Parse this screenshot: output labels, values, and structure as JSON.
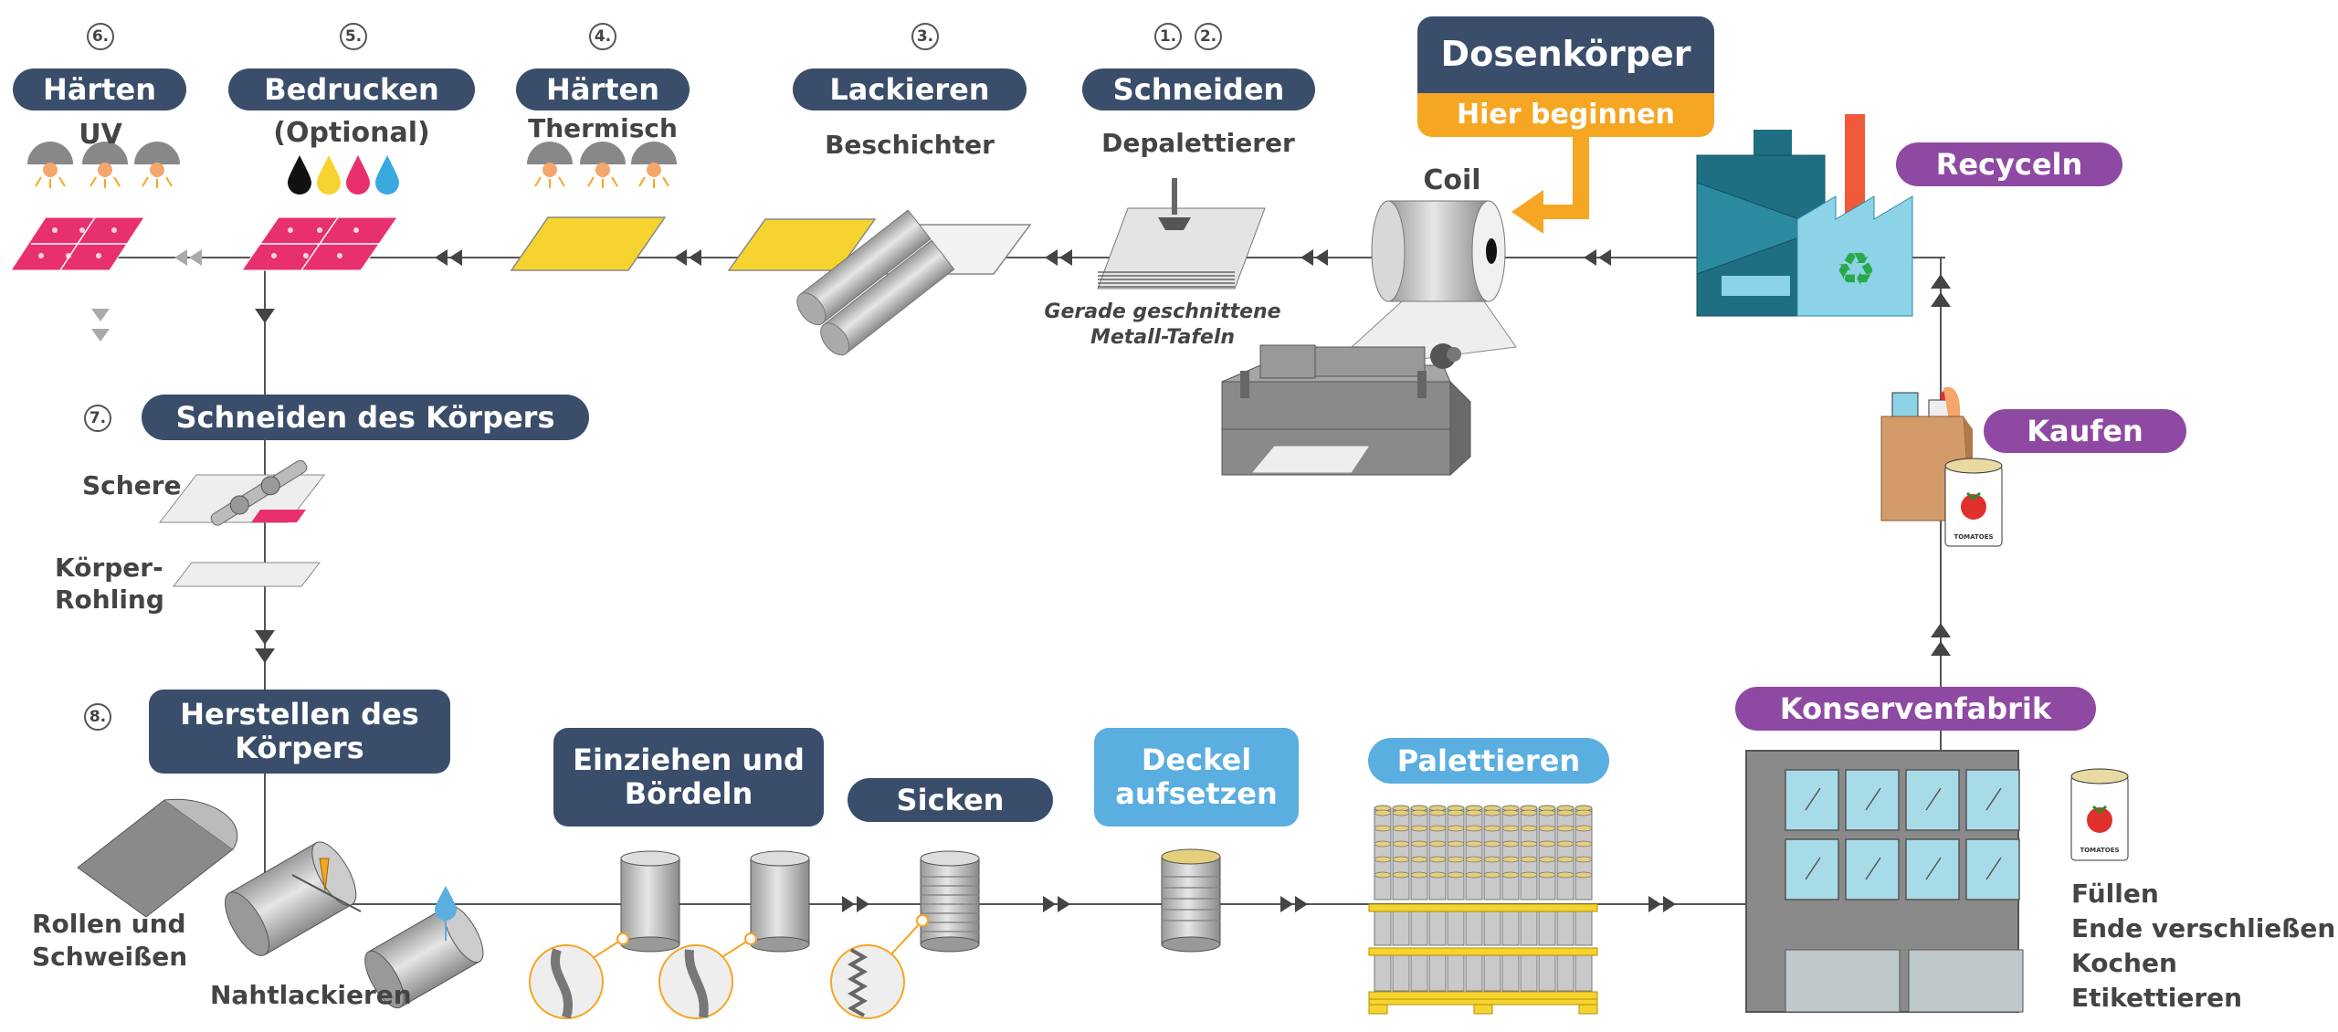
{
  "steps": {
    "s6_num": "6.",
    "s6_title": "Härten",
    "s6_sub": "UV",
    "s5_num": "5.",
    "s5_title": "Bedrucken",
    "s5_sub": "(Optional)",
    "s4_num": "4.",
    "s4_title": "Härten",
    "s4_sub": "Thermisch",
    "s3_num": "3.",
    "s3_title": "Lackieren",
    "s3_sub": "Beschichter",
    "s1_num": "1.",
    "s2_num": "2.",
    "s12_title": "Schneiden",
    "s12_sub": "Depalettierer",
    "s12_note": "Gerade geschnittene Metall-Tafeln",
    "s7_num": "7.",
    "s7_title": "Schneiden des Körpers",
    "s7_schere": "Schere",
    "s7_rohling": "Körper-Rohling",
    "s8_num": "8.",
    "s8_title": "Herstellen des Körpers",
    "s8_rollen": "Rollen und Schweißen",
    "s8_naht": "Nahtlackieren",
    "einziehen": "Einziehen und Bördeln",
    "sicken": "Sicken",
    "deckel": "Deckel aufsetzen",
    "palettieren": "Palettieren",
    "konserven": "Konservenfabrik",
    "kaufen": "Kaufen",
    "recyceln": "Recyceln",
    "coil": "Coil",
    "start_title": "Dosenkörper",
    "start_sub": "Hier beginnen",
    "f1": "Füllen",
    "f2": "Ende verschließen",
    "f3": "Kochen",
    "f4": "Etikettieren",
    "tomato_label": "TOMATOES"
  },
  "colors": {
    "navy": "#3a4e6b",
    "purple": "#8e4aa3",
    "sky": "#5aaee0",
    "orange": "#f5a623",
    "magenta": "#e8306e",
    "yellow": "#f7d330",
    "teal": "#1f6f82",
    "lightblue": "#8cd3e8"
  }
}
